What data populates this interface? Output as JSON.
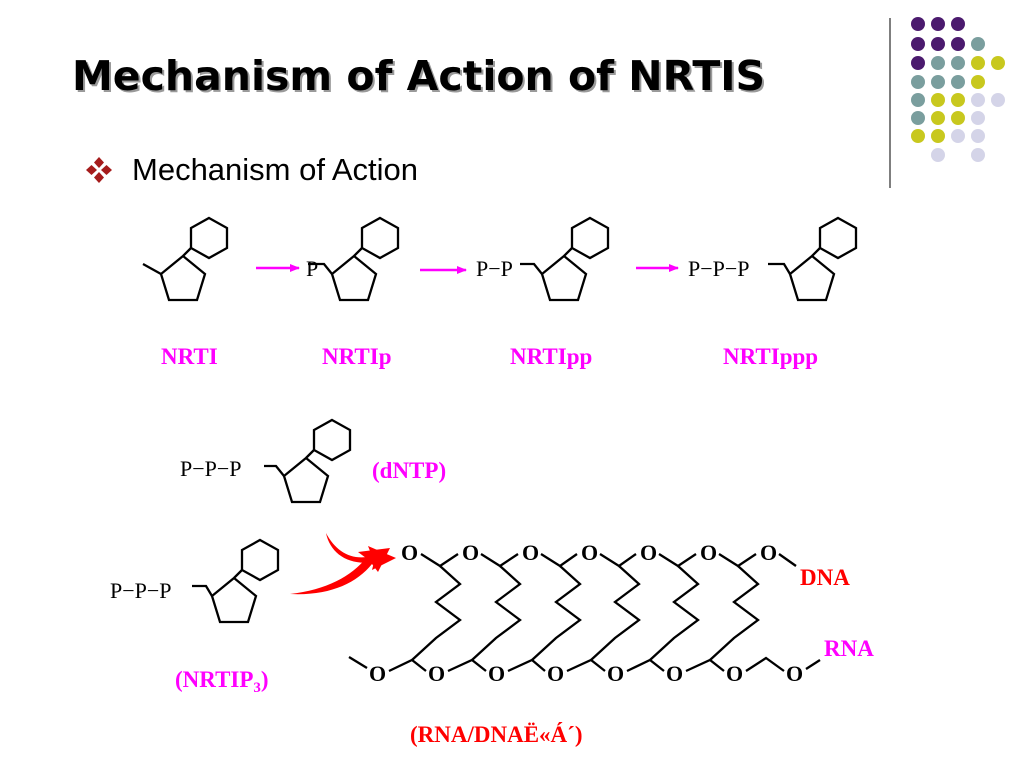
{
  "slide": {
    "title": "Mechanism of Action of NRTIS",
    "bullet_text": "Mechanism of Action"
  },
  "icons": {
    "bullet": "four-diamond-bullet-icon",
    "dot_grid": "decorative-dot-grid-icon"
  },
  "colors": {
    "title_text": "#000000",
    "bullet": "#a51c1c",
    "label_magenta": "#ff00ff",
    "label_red": "#ff0000",
    "arrow_magenta": "#ff00ff",
    "arrow_red": "#ff0000",
    "dot_purple": "#4b1a6e",
    "dot_teal": "#7a9e9e",
    "dot_yellow": "#c8c81e",
    "dot_lavender": "#d4d4e8"
  },
  "diagram": {
    "phosphates": {
      "one": "P",
      "two": "P−P",
      "three": "P−P−P"
    },
    "labels": {
      "nrti": "NRTI",
      "nrtip": "NRTIp",
      "nrtipp": "NRTIpp",
      "nrtippp": "NRTIppp",
      "dntp": "(dNTP)",
      "nrtip3_prefix": "(NRTIP",
      "nrtip3_sub": "3",
      "nrtip3_suffix": ")",
      "dna": "DNA",
      "rna": "RNA",
      "hybrid": "(RNA/DNAË«Á´)",
      "oxygen": "O"
    }
  }
}
